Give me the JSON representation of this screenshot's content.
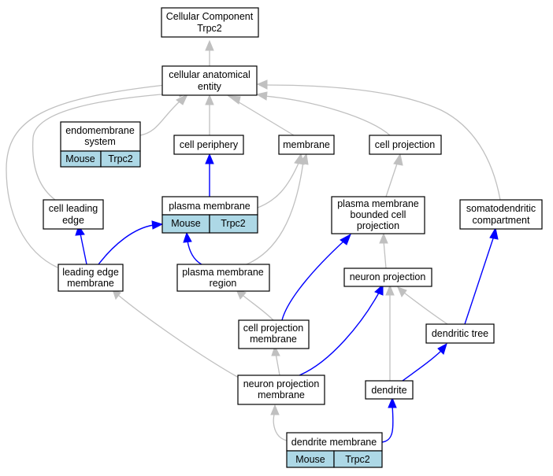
{
  "graph": {
    "nodes": {
      "root": {
        "line1": "Cellular Component",
        "line2": "Trpc2"
      },
      "cae": {
        "line1": "cellular anatomical",
        "line2": "entity"
      },
      "endo": {
        "line1": "endomembrane",
        "line2": "system",
        "cell1": "Mouse",
        "cell2": "Trpc2"
      },
      "periphery": {
        "line1": "cell periphery"
      },
      "membrane": {
        "line1": "membrane"
      },
      "projection": {
        "line1": "cell projection"
      },
      "leading_edge": {
        "line1": "cell leading",
        "line2": "edge"
      },
      "plasma_membrane": {
        "line1": "plasma membrane",
        "cell1": "Mouse",
        "cell2": "Trpc2"
      },
      "pmbcp": {
        "line1": "plasma membrane",
        "line2": "bounded cell",
        "line3": "projection"
      },
      "somato": {
        "line1": "somatodendritic",
        "line2": "compartment"
      },
      "lem": {
        "line1": "leading edge",
        "line2": "membrane"
      },
      "pmr": {
        "line1": "plasma membrane",
        "line2": "region"
      },
      "neuron_projection": {
        "line1": "neuron projection"
      },
      "cpm": {
        "line1": "cell projection",
        "line2": "membrane"
      },
      "dendritic_tree": {
        "line1": "dendritic tree"
      },
      "npm": {
        "line1": "neuron projection",
        "line2": "membrane"
      },
      "dendrite": {
        "line1": "dendrite"
      },
      "dendrite_membrane": {
        "line1": "dendrite membrane",
        "cell1": "Mouse",
        "cell2": "Trpc2"
      }
    },
    "colors": {
      "is_a_edge": "#c0c0c0",
      "part_of_edge": "#0000ff",
      "annotation_cell": "#add8e6",
      "node_border": "#000000"
    }
  }
}
